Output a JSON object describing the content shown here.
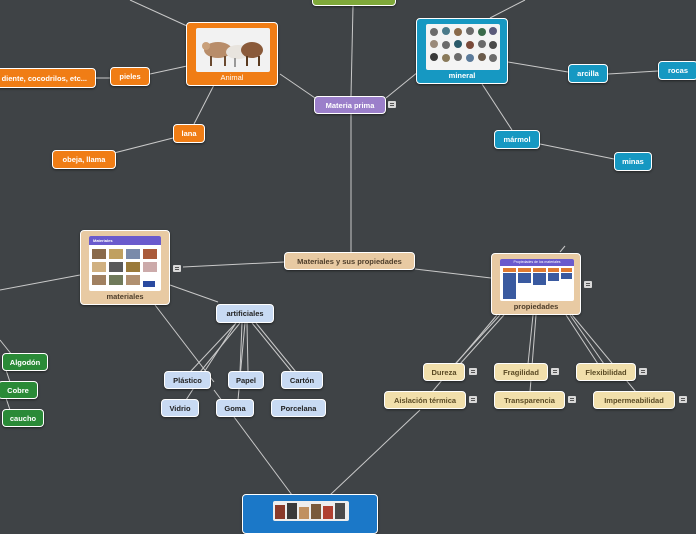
{
  "central": {
    "label": "Materiales  y sus propiedades"
  },
  "materia_prima": {
    "label": "Materia prima"
  },
  "animal": {
    "label": "Animal",
    "children": {
      "pieles": "pieles",
      "reptiles": "diente, cocodrilos, etc...",
      "lana": "lana",
      "oveja": "obeja, llama"
    }
  },
  "mineral": {
    "label": "mineral",
    "children": {
      "arcilla": "arcilla",
      "rocas": "rocas",
      "marmol": "mármol",
      "minas": "minas"
    }
  },
  "materiales": {
    "label": "materiales",
    "thumb_title": "Materiales"
  },
  "artificiales": {
    "label": "artificiales",
    "children": [
      "Plástico",
      "Papel",
      "Cartón",
      "Vidrio",
      "Goma",
      "Porcelana"
    ]
  },
  "naturales": {
    "children": [
      "Algodón",
      "Cobre",
      "caucho"
    ]
  },
  "propiedades": {
    "label": "propiedades",
    "thumb_title": "Propiedades de los materiales",
    "children": [
      "Dureza",
      "Fragilidad",
      "Flexibilidad",
      "Aislación térmica",
      "Transparencia",
      "Impermeabilidad"
    ]
  },
  "colors": {
    "background": "#3f4346",
    "orange": "#f07d15",
    "cyan": "#1698c2",
    "green": "#2a8a37",
    "purple": "#9b7fca",
    "tan": "#f1dfab",
    "light_blue": "#c8daf3"
  }
}
